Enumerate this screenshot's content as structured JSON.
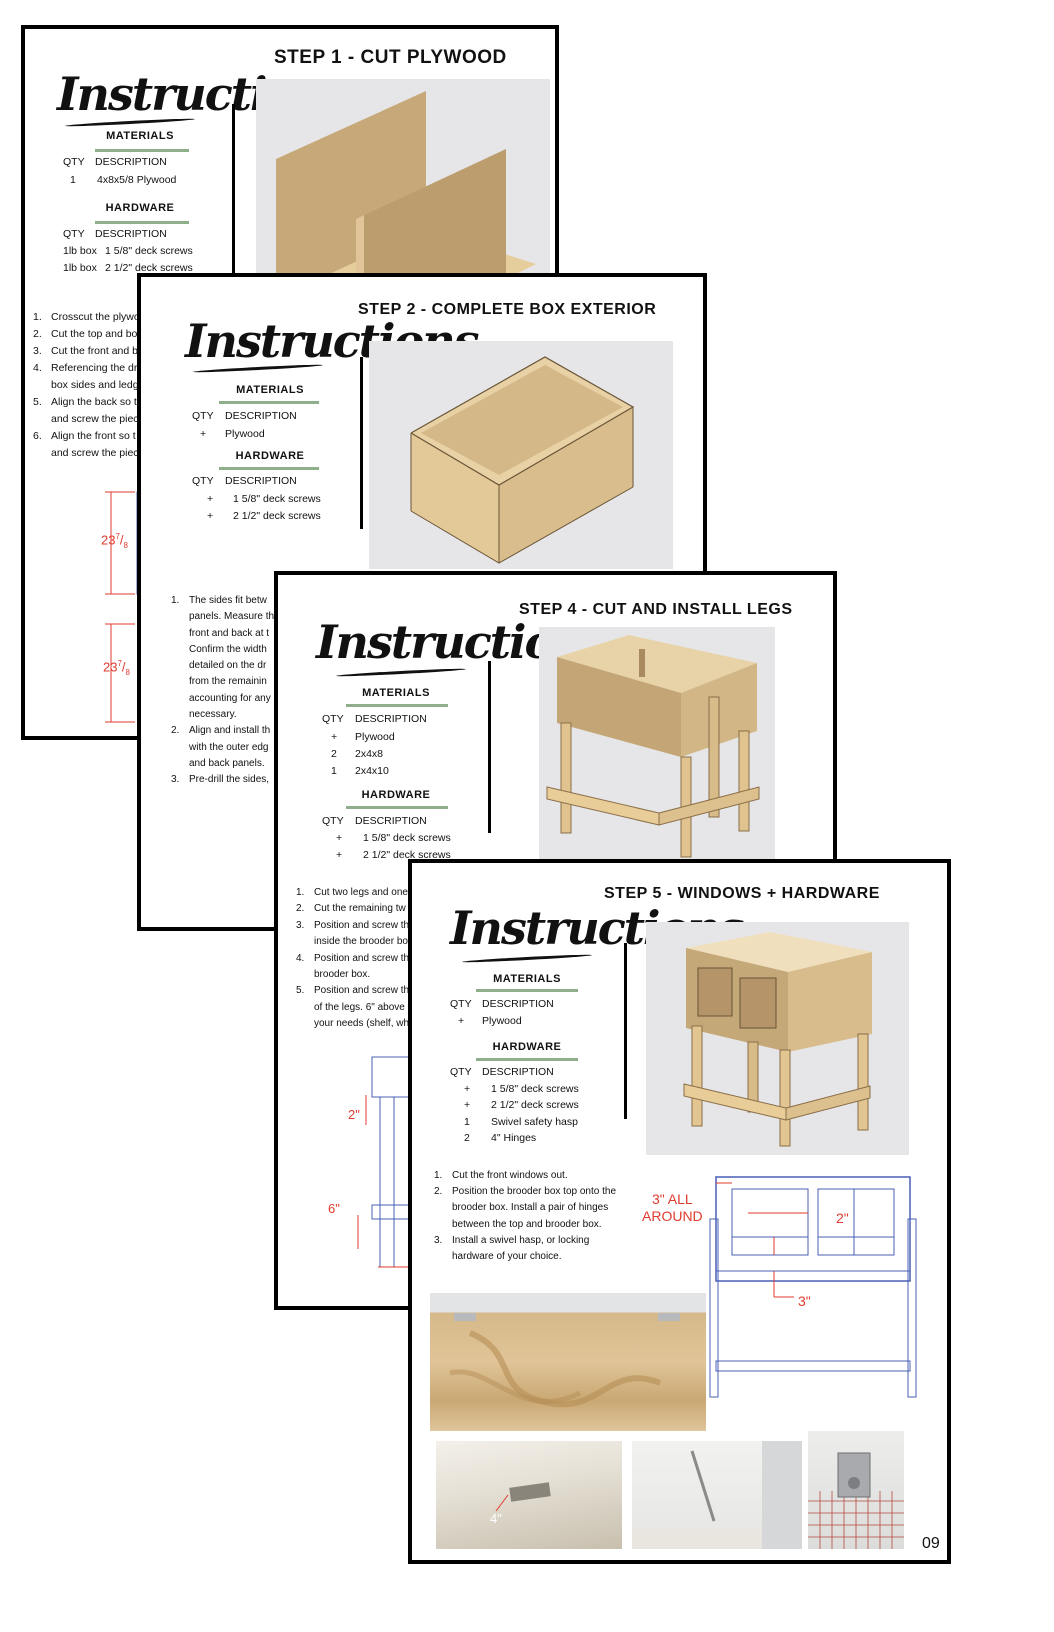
{
  "common": {
    "heading": "Instructions",
    "materials_label": "MATERIALS",
    "hardware_label": "HARDWARE",
    "qty": "QTY",
    "desc": "DESCRIPTION"
  },
  "card1": {
    "title": "STEP 1 - CUT PLYWOOD",
    "materials": [
      {
        "qty": "1",
        "desc": "4x8x5/8 Plywood"
      }
    ],
    "hardware": [
      {
        "qty": "1lb box",
        "desc": "1 5/8\" deck screws"
      },
      {
        "qty": "1lb box",
        "desc": "2 1/2\" deck screws"
      }
    ],
    "steps": [
      "Crosscut the plywo",
      "Cut the top and bo",
      "Cut the front and b",
      "Referencing the dr",
      "box sides and ledg",
      "Align the back so t",
      "and screw the piec",
      "Align the front so t",
      "and screw the piec"
    ],
    "nums": [
      "1.",
      "2.",
      "3.",
      "4.",
      "5.",
      "6."
    ],
    "dims": [
      "23",
      "7",
      "8",
      "\"",
      "23",
      "7",
      "8",
      "\""
    ]
  },
  "card2": {
    "title": "STEP 2 - COMPLETE BOX EXTERIOR",
    "materials": [
      {
        "qty": "+",
        "desc": "Plywood"
      }
    ],
    "hardware": [
      {
        "qty": "+",
        "desc": "1 5/8\" deck screws"
      },
      {
        "qty": "+",
        "desc": "2 1/2\" deck screws"
      }
    ],
    "steps": [
      "The sides fit betw",
      "panels. Measure th",
      "front and back at t",
      "Confirm the width",
      "detailed on the dr",
      "from the remainin",
      "accounting for any",
      "necessary.",
      "Align and install th",
      "with the outer edg",
      "and back panels.",
      "Pre-drill the sides,"
    ],
    "nums": [
      "1.",
      "2.",
      "3."
    ]
  },
  "card3": {
    "title": "STEP 4 - CUT AND INSTALL LEGS",
    "materials": [
      {
        "qty": "+",
        "desc": "Plywood"
      },
      {
        "qty": "2",
        "desc": "2x4x8"
      },
      {
        "qty": "1",
        "desc": "2x4x10"
      }
    ],
    "hardware": [
      {
        "qty": "+",
        "desc": "1 5/8\" deck screws"
      },
      {
        "qty": "+",
        "desc": "2 1/2\" deck screws"
      }
    ],
    "steps": [
      "Cut two legs and one",
      "Cut the remaining tw",
      "Position and screw th",
      "inside the brooder bo",
      "Position and screw th",
      "brooder box.",
      "Position and screw th",
      "of the legs. 6\" above",
      "your needs (shelf, wh"
    ],
    "nums": [
      "1.",
      "2.",
      "3.",
      "4.",
      "5."
    ],
    "dims": [
      "2\"",
      "6\""
    ]
  },
  "card4": {
    "title": "STEP 5 - WINDOWS + HARDWARE",
    "materials": [
      {
        "qty": "+",
        "desc": "Plywood"
      }
    ],
    "hardware": [
      {
        "qty": "+",
        "desc": "1 5/8\" deck screws"
      },
      {
        "qty": "+",
        "desc": "2 1/2\" deck screws"
      },
      {
        "qty": "1",
        "desc": "Swivel safety hasp"
      },
      {
        "qty": "2",
        "desc": "4\" Hinges"
      }
    ],
    "steps": [
      {
        "n": "1.",
        "t": "Cut the front windows out."
      },
      {
        "n": "2.",
        "t": "Position the brooder box top onto the brooder box. Install a pair of hinges between the top and brooder box."
      },
      {
        "n": "3.",
        "t": "Install a swivel hasp, or locking hardware of your choice."
      }
    ],
    "dim_all": "3\" ALL\nAROUND",
    "dim_2": "2\"",
    "dim_3": "3\"",
    "photo_label": "4\"",
    "page": "09"
  },
  "colors": {
    "sage": "#8fae8c",
    "dim_red": "#e03b2f",
    "wood": "#cfae7f",
    "wood_dark": "#9c7f58",
    "blueprint": "#4a5fb5"
  }
}
